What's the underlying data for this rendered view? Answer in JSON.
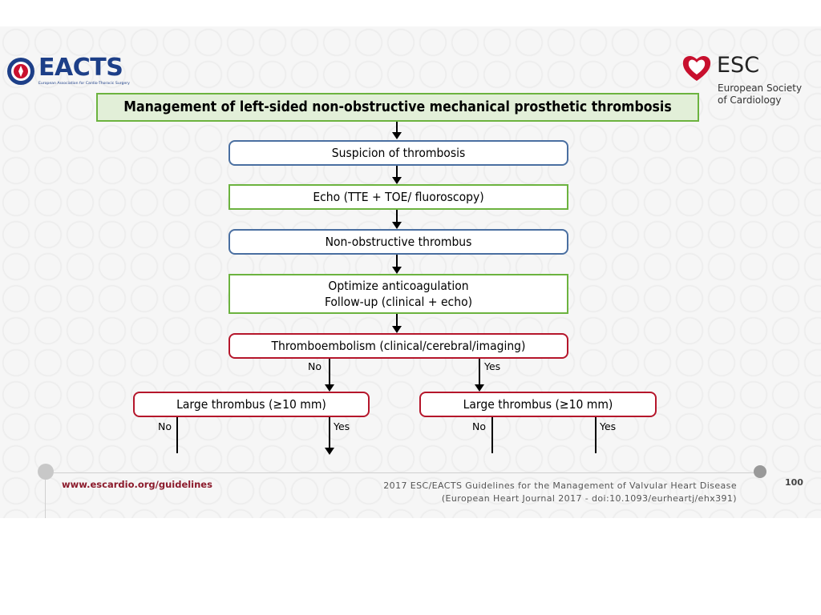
{
  "logos": {
    "eacts": {
      "wordmark": "EACTS",
      "subtitle": "European Association for Cardio-Thoracic Surgery",
      "color": "#1d3f88"
    },
    "esc": {
      "wordmark": "ESC",
      "line1": "European Society",
      "line2": "of Cardiology",
      "color": "#c8102e"
    }
  },
  "title": "Management of left-sided non-obstructive mechanical prosthetic thrombosis",
  "flow": {
    "suspicion": "Suspicion of thrombosis",
    "echo": "Echo (TTE + TOE/ fluoroscopy)",
    "nonobstructive": "Non-obstructive thrombus",
    "optimize_line1": "Optimize anticoagulation",
    "optimize_line2": "Follow-up (clinical + echo)",
    "thromboembolism": "Thromboembolism (clinical/cerebral/imaging)",
    "te_no": "No",
    "te_yes": "Yes",
    "large_left": "Large thrombus (≥10 mm)",
    "left_no": "No",
    "left_yes": "Yes",
    "large_right": "Large thrombus (≥10 mm)",
    "right_no": "No",
    "right_yes": "Yes"
  },
  "footer": {
    "url": "www.escardio.org/guidelines",
    "citation_line1": "2017 ESC/EACTS Guidelines for the Management of Valvular Heart Disease",
    "citation_line2": "(European Heart Journal 2017 - doi:10.1093/eurheartj/ehx391)",
    "page": "100"
  },
  "colors": {
    "blue_border": "#4a6fa1",
    "green_border": "#6cb33f",
    "red_border": "#b5162b",
    "title_fill": "#e2efd8",
    "url_color": "#8b1a2b"
  }
}
